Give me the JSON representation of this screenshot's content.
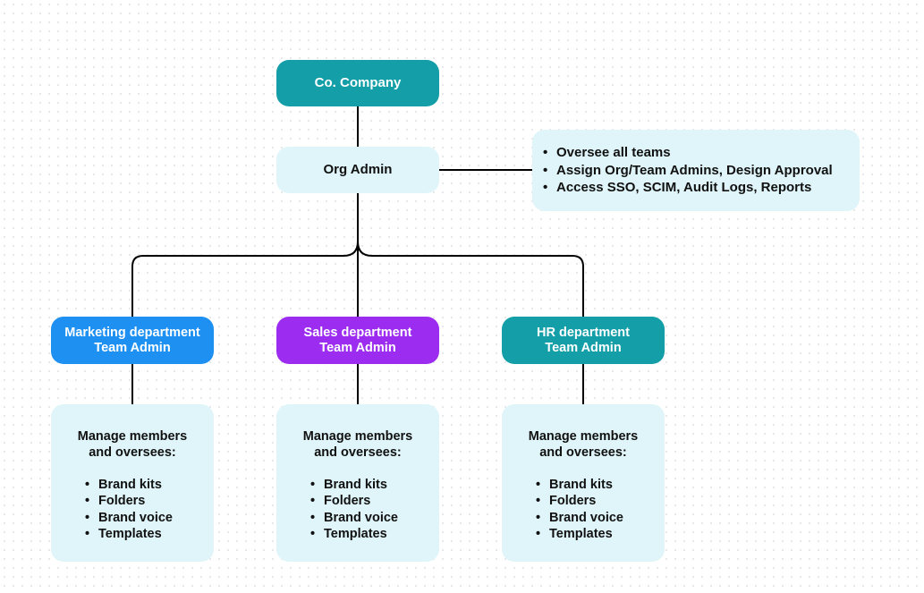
{
  "company": {
    "label": "Co. Company"
  },
  "org_admin": {
    "label": "Org Admin",
    "duties": [
      "Oversee all teams",
      "Assign Org/Team Admins, Design Approval",
      "Access SSO, SCIM, Audit Logs, Reports"
    ]
  },
  "teams": [
    {
      "department": "Marketing department",
      "role": "Team Admin",
      "color": "#1e90f2",
      "duties_heading": "Manage members\nand oversees:",
      "duties": [
        "Brand kits",
        "Folders",
        "Brand voice",
        "Templates"
      ]
    },
    {
      "department": "Sales department",
      "role": "Team Admin",
      "color": "#9b2cf0",
      "duties_heading": "Manage members\nand oversees:",
      "duties": [
        "Brand kits",
        "Folders",
        "Brand voice",
        "Templates"
      ]
    },
    {
      "department": "HR department",
      "role": "Team Admin",
      "color": "#139ea8",
      "duties_heading": "Manage members\nand oversees:",
      "duties": [
        "Brand kits",
        "Folders",
        "Brand voice",
        "Templates"
      ]
    }
  ],
  "colors": {
    "company_fill": "#139ea8",
    "light_fill": "#dff5f9",
    "connector": "#000000"
  }
}
